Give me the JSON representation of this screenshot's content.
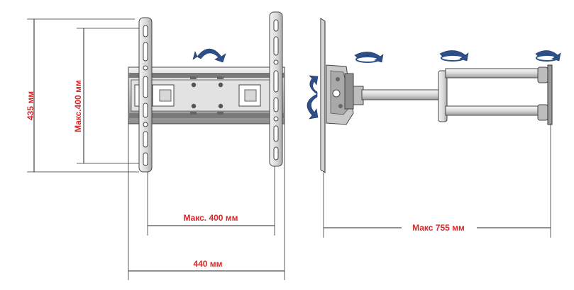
{
  "dimensions": {
    "total_height": "435 мм",
    "max_vertical": "Макс.400 мм",
    "max_horizontal": "Макс. 400 мм",
    "total_width": "440 мм",
    "max_extension": "Макс 755 мм"
  },
  "colors": {
    "dimension_text": "#d62828",
    "rotation_arrow": "#2d4f8a",
    "metal_light": "#d9d9d9",
    "metal_dark": "#9a9a9a"
  },
  "icons": {
    "rotation": "curved-arrow-icon",
    "swivel": "swivel-arrow-icon"
  }
}
